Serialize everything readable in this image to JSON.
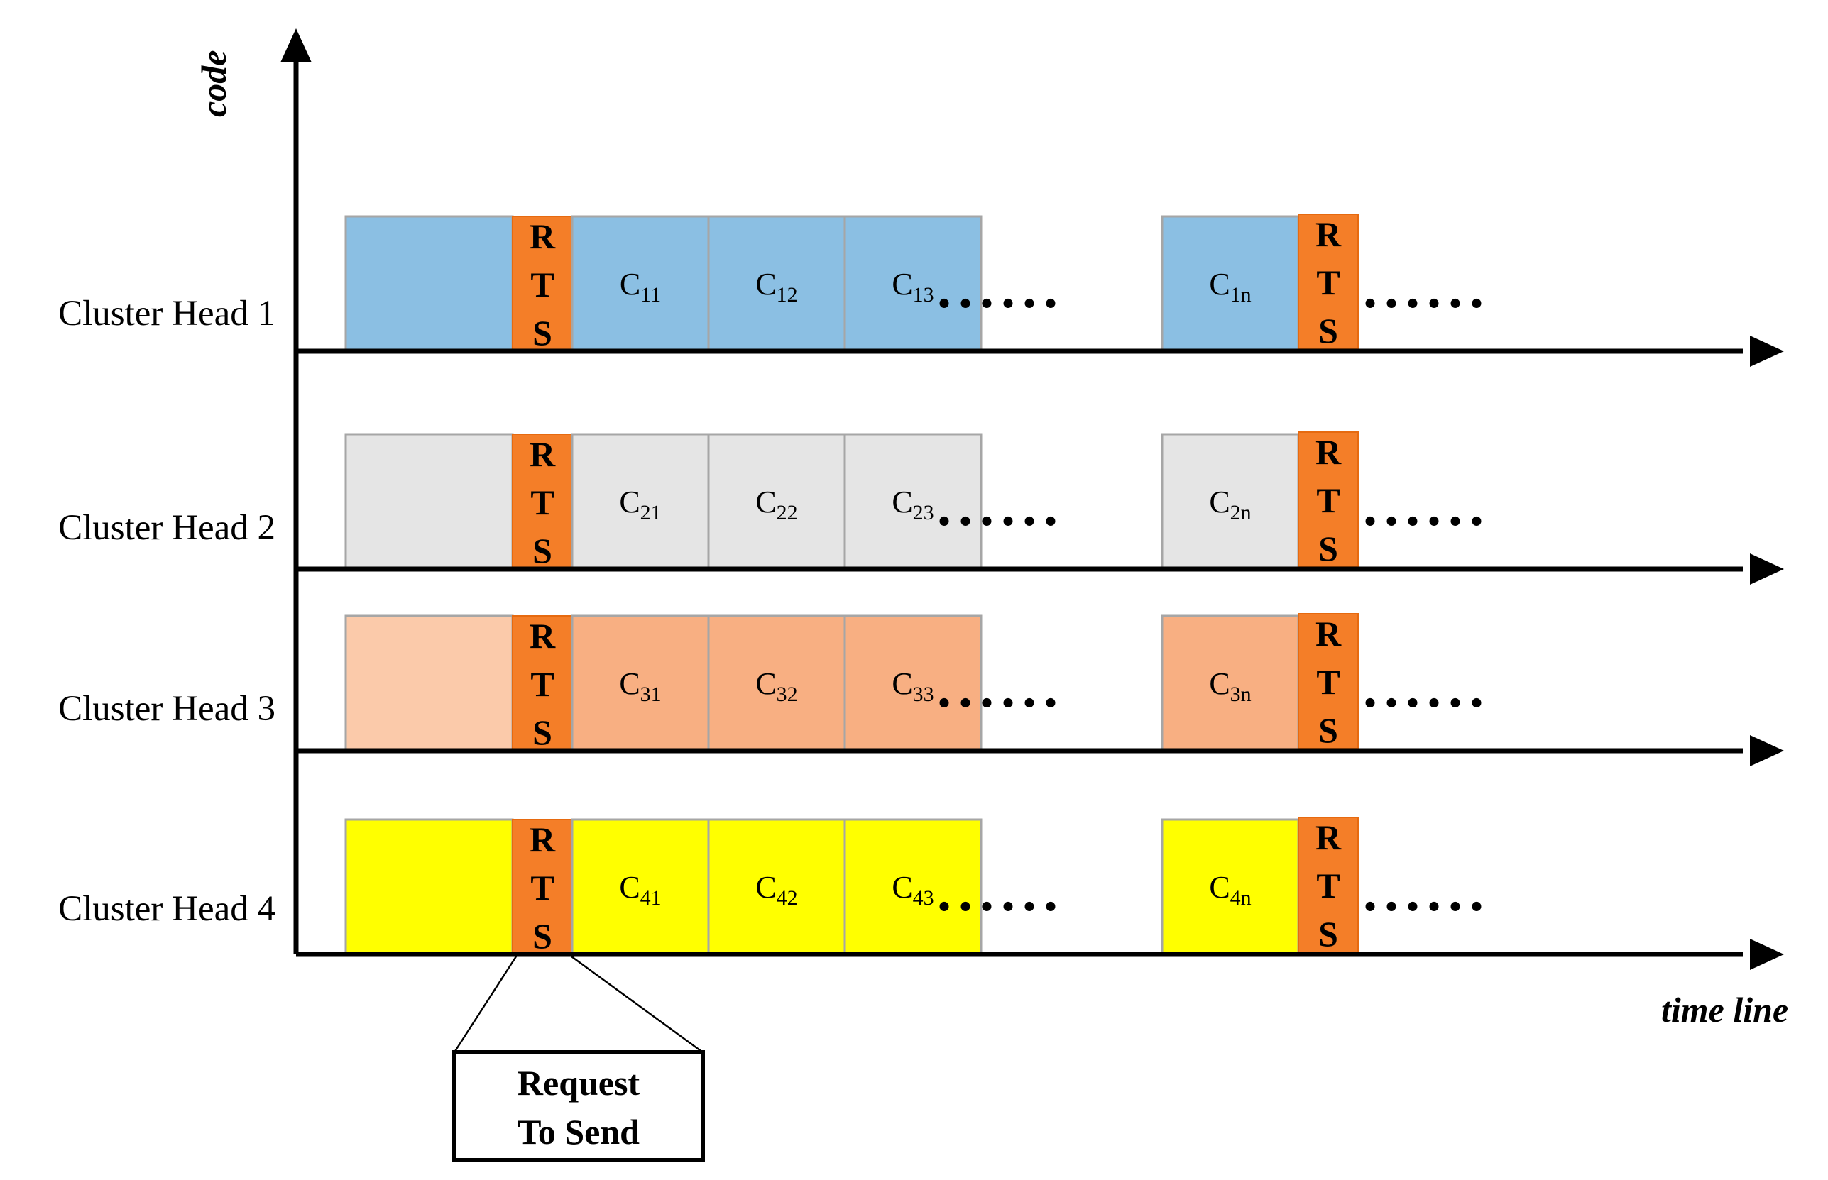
{
  "axes": {
    "y_label": "code",
    "x_label": "time line"
  },
  "rts": {
    "letters": [
      "R",
      "T",
      "S"
    ],
    "color": "#F47E28"
  },
  "ellipsis": "......",
  "callout": {
    "line1": "Request",
    "line2": "To Send"
  },
  "rows": [
    {
      "label": "Cluster Head 1",
      "fill": "#8BBFE3",
      "lead_fill": "#8BBFE3",
      "slots": [
        {
          "base": "C",
          "sub": "11"
        },
        {
          "base": "C",
          "sub": "12"
        },
        {
          "base": "C",
          "sub": "13"
        }
      ],
      "last_slot": {
        "base": "C",
        "sub": "1n"
      }
    },
    {
      "label": "Cluster Head 2",
      "fill": "#E5E5E5",
      "lead_fill": "#E5E5E5",
      "slots": [
        {
          "base": "C",
          "sub": "21"
        },
        {
          "base": "C",
          "sub": "22"
        },
        {
          "base": "C",
          "sub": "23"
        }
      ],
      "last_slot": {
        "base": "C",
        "sub": "2n"
      }
    },
    {
      "label": "Cluster Head 3",
      "fill": "#F8AF82",
      "lead_fill": "#FBCAAA",
      "slots": [
        {
          "base": "C",
          "sub": "31"
        },
        {
          "base": "C",
          "sub": "32"
        },
        {
          "base": "C",
          "sub": "33"
        }
      ],
      "last_slot": {
        "base": "C",
        "sub": "3n"
      }
    },
    {
      "label": "Cluster Head 4",
      "fill": "#FFFF00",
      "lead_fill": "#FFFF00",
      "slots": [
        {
          "base": "C",
          "sub": "41"
        },
        {
          "base": "C",
          "sub": "42"
        },
        {
          "base": "C",
          "sub": "43"
        }
      ],
      "last_slot": {
        "base": "C",
        "sub": "4n"
      }
    }
  ]
}
